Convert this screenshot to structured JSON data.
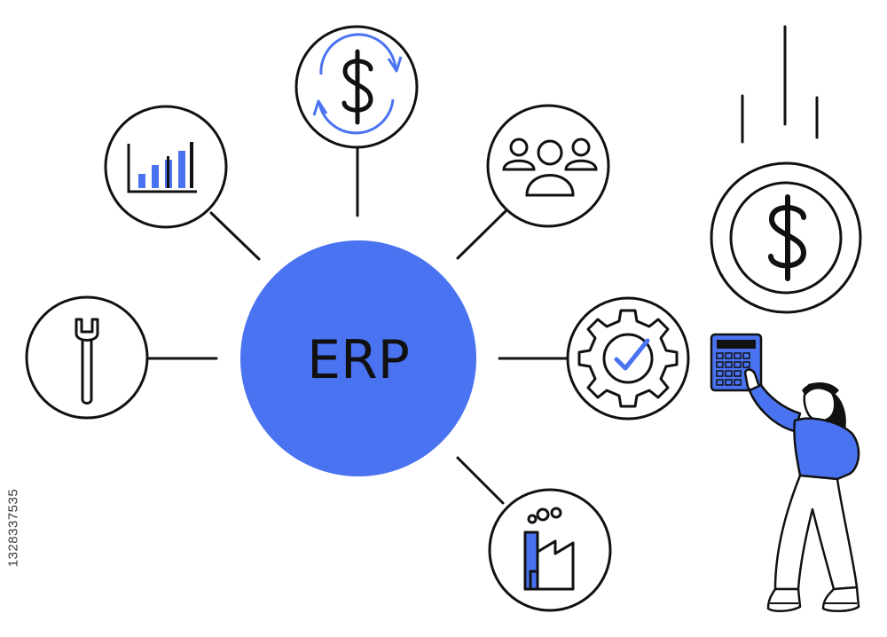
{
  "hub": {
    "label": "ERP"
  },
  "watermark": {
    "id": "1328337535"
  },
  "colors": {
    "accent": "#4A73F2",
    "ink": "#111111",
    "background": "#FFFFFF"
  },
  "nodes": [
    {
      "name": "bar-chart-icon"
    },
    {
      "name": "currency-exchange-icon"
    },
    {
      "name": "team-icon"
    },
    {
      "name": "wrench-icon"
    },
    {
      "name": "gear-check-icon"
    },
    {
      "name": "factory-icon"
    }
  ],
  "illustration": {
    "coin": "dollar-coin-icon",
    "person": "woman-with-calculator",
    "calculator": "calculator-icon"
  }
}
